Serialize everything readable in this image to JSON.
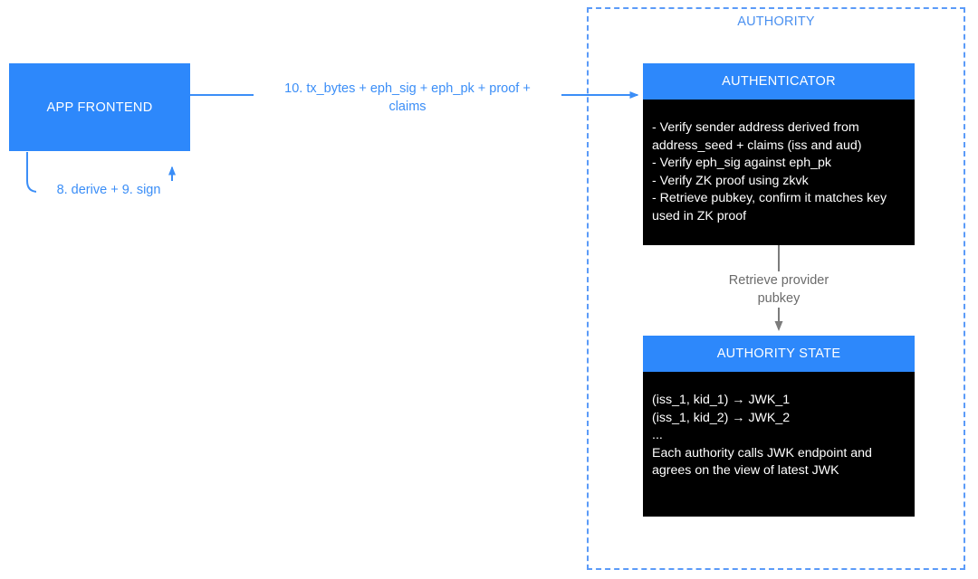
{
  "diagram": {
    "type": "flowchart",
    "colors": {
      "accent_blue": "#2d88fb",
      "connector_blue": "#3b8ef7",
      "group_border_blue": "#5b9bf8",
      "node_body_black": "#000000",
      "gray_label": "#6b6b6b",
      "background": "#ffffff"
    },
    "group": {
      "label": "AUTHORITY",
      "style": "dashed"
    },
    "nodes": {
      "frontend": {
        "label": "APP FRONTEND"
      },
      "authenticator": {
        "title": "AUTHENTICATOR",
        "body_lines": [
          "- Verify sender address derived from address_seed + claims (iss and aud)",
          "- Verify eph_sig against eph_pk",
          "- Verify ZK proof using zkvk",
          "- Retrieve pubkey, confirm it matches key used in ZK proof"
        ]
      },
      "authority_state": {
        "title": "AUTHORITY STATE",
        "body_lines": [
          "(iss_1, kid_1) → JWK_1",
          "(iss_1, kid_2) → JWK_2",
          "...",
          "Each authority calls JWK endpoint and agrees on the view of latest JWK"
        ]
      }
    },
    "edges": {
      "self_loop": {
        "label": "8. derive + 9. sign",
        "from": "frontend",
        "to": "frontend",
        "color": "#3b8ef7"
      },
      "frontend_to_authenticator": {
        "label": "10. tx_bytes + eph_sig + eph_pk + proof +\nclaims",
        "from": "frontend",
        "to": "authenticator",
        "color": "#3b8ef7"
      },
      "authenticator_to_state": {
        "label": "Retrieve provider\npubkey",
        "from": "authenticator",
        "to": "authority_state",
        "color": "#6b6b6b"
      }
    }
  }
}
